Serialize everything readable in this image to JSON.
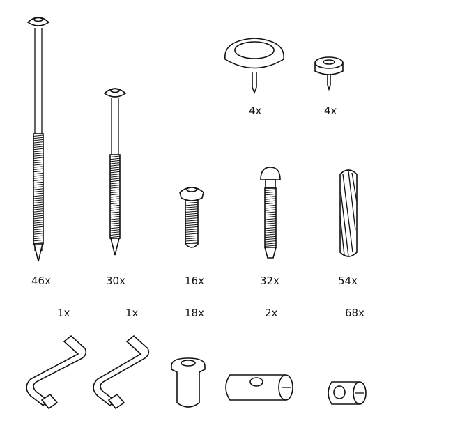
{
  "parts": [
    {
      "name": "long-bolt",
      "quantity": "46x"
    },
    {
      "name": "medium-bolt",
      "quantity": "30x"
    },
    {
      "name": "short-bolt",
      "quantity": "16x"
    },
    {
      "name": "plastic-anchor-bolt",
      "quantity": "32x"
    },
    {
      "name": "wooden-dowel",
      "quantity": "54x"
    },
    {
      "name": "large-felt-pad-nail",
      "quantity": "4x"
    },
    {
      "name": "small-felt-pad-nail",
      "quantity": "4x"
    },
    {
      "name": "allen-key-1",
      "quantity": "1x"
    },
    {
      "name": "allen-key-2",
      "quantity": "1x"
    },
    {
      "name": "barrel-nut",
      "quantity": "18x"
    },
    {
      "name": "long-cross-dowel",
      "quantity": "2x"
    },
    {
      "name": "short-cross-dowel",
      "quantity": "68x"
    }
  ]
}
